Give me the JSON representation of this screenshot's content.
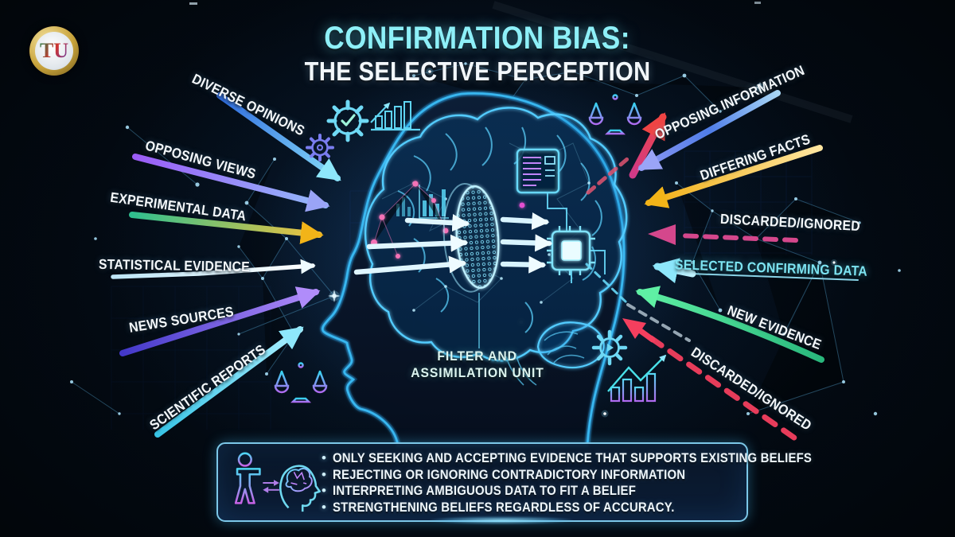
{
  "logo": {
    "monogram": "TU"
  },
  "title": {
    "line1": "CONFIRMATION BIAS:",
    "line2": "THE SELECTIVE PERCEPTION"
  },
  "left_inputs": [
    {
      "label": "DIVERSE OPINIONS"
    },
    {
      "label": "OPPOSING VIEWS"
    },
    {
      "label": "EXPERIMENTAL DATA"
    },
    {
      "label": "STATISTICAL EVIDENCE"
    },
    {
      "label": "NEWS SOURCES"
    },
    {
      "label": "SCIENTIFIC REPORTS"
    }
  ],
  "right_outputs": [
    {
      "label": "OPPOSING INFORMATION"
    },
    {
      "label": "DIFFERING FACTS"
    },
    {
      "label": "DISCARDED/IGNORED"
    },
    {
      "label": "SELECTED CONFIRMING DATA"
    },
    {
      "label": "NEW EVIDENCE"
    },
    {
      "label": "DISCARDED/IGNORED"
    }
  ],
  "center_unit": {
    "line1": "FILTER AND",
    "line2": "ASSIMILATION UNIT"
  },
  "summary_box": {
    "bullet": "•",
    "items": [
      "ONLY SEEKING AND ACCEPTING EVIDENCE THAT SUPPORTS EXISTING BELIEFS",
      "REJECTING OR IGNORING CONTRADICTORY INFORMATION",
      "INTERPRETING AMBIGUOUS DATA TO FIT A BELIEF",
      "STRENGTHENING BELIEFS REGARDLESS OF ACCURACY."
    ]
  },
  "colors": {
    "background": "#02050a",
    "title_accent": "#8ef0f8",
    "text_primary": "#f4f8fb",
    "selected_data_accent": "#7de4f2",
    "box_border": "#7cc7e8",
    "logo_ring": "#c9a43c",
    "head_glow": "#39b7f0",
    "brain_glow": "#53ccff"
  }
}
